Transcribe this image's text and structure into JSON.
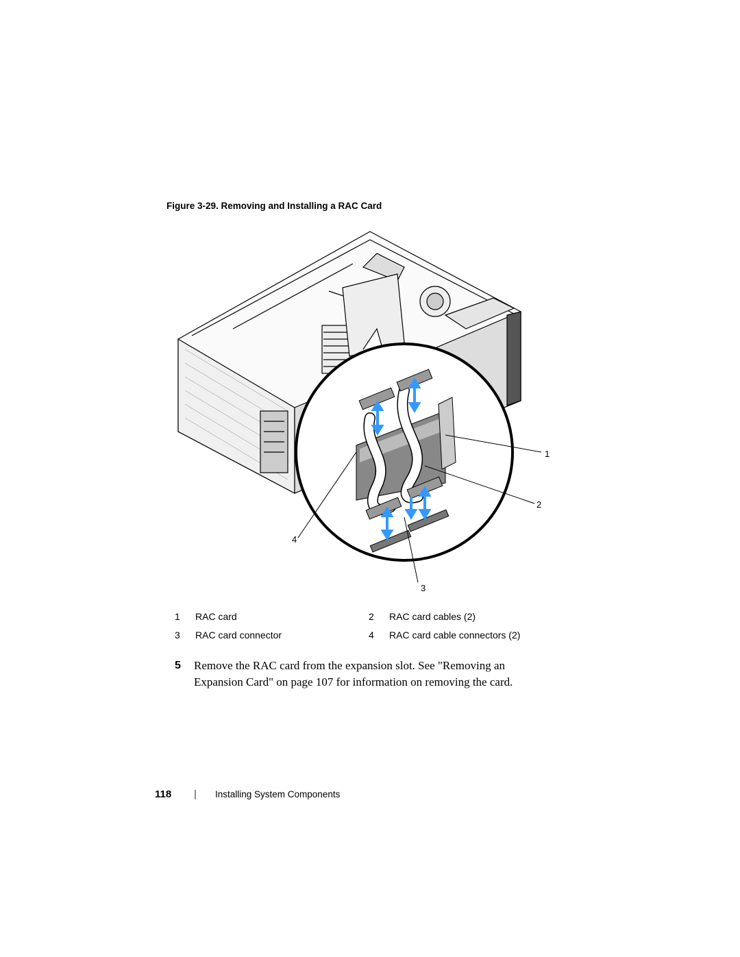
{
  "figure": {
    "caption": "Figure 3-29.    Removing and Installing a RAC Card",
    "callouts": [
      "1",
      "2",
      "3",
      "4"
    ]
  },
  "legend": {
    "items": [
      {
        "num": "1",
        "text": "RAC card"
      },
      {
        "num": "2",
        "text": "RAC card cables (2)"
      },
      {
        "num": "3",
        "text": "RAC card connector"
      },
      {
        "num": "4",
        "text": "RAC card cable connectors (2)"
      }
    ]
  },
  "step": {
    "number": "5",
    "text": "Remove the RAC card from the expansion slot. See \"Removing an Expansion Card\" on page 107 for information on removing the card."
  },
  "footer": {
    "page_number": "118",
    "separator": "|",
    "section_title": "Installing System Components"
  },
  "colors": {
    "arrow": "#3399ff",
    "line": "#000000"
  }
}
